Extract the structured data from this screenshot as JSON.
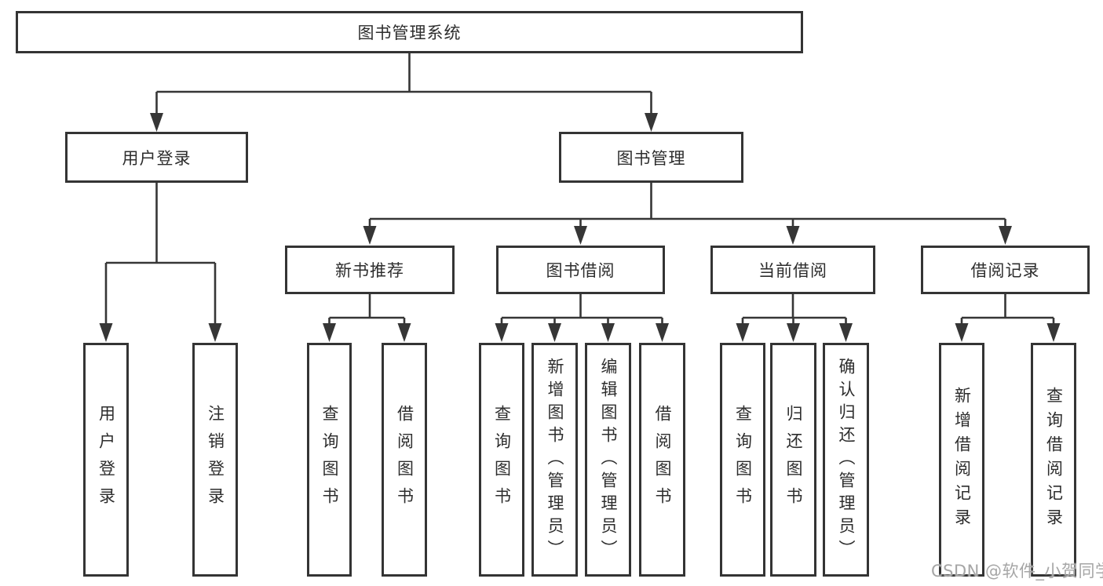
{
  "diagram": {
    "watermark": "CSDN @软件_小贺同学",
    "colors": {
      "background": "#ffffff",
      "line": "#363636",
      "box_border": "#343434",
      "text": "#2d2d2d",
      "watermark": "#a6a6a6"
    },
    "root": {
      "label": "图书管理系统",
      "children": [
        {
          "label": "用户登录",
          "children": [
            {
              "label": "用户登录"
            },
            {
              "label": "注销登录"
            }
          ]
        },
        {
          "label": "图书管理",
          "children": [
            {
              "label": "新书推荐",
              "children": [
                {
                  "label": "查询图书"
                },
                {
                  "label": "借阅图书"
                }
              ]
            },
            {
              "label": "图书借阅",
              "children": [
                {
                  "label": "查询图书"
                },
                {
                  "label": "新增图书（管理员）"
                },
                {
                  "label": "编辑图书（管理员）"
                },
                {
                  "label": "借阅图书"
                }
              ]
            },
            {
              "label": "当前借阅",
              "children": [
                {
                  "label": "查询图书"
                },
                {
                  "label": "归还图书"
                },
                {
                  "label": "确认归还（管理员）"
                }
              ]
            },
            {
              "label": "借阅记录",
              "children": [
                {
                  "label": "新增借阅记录"
                },
                {
                  "label": "查询借阅记录"
                }
              ]
            }
          ]
        }
      ]
    }
  }
}
